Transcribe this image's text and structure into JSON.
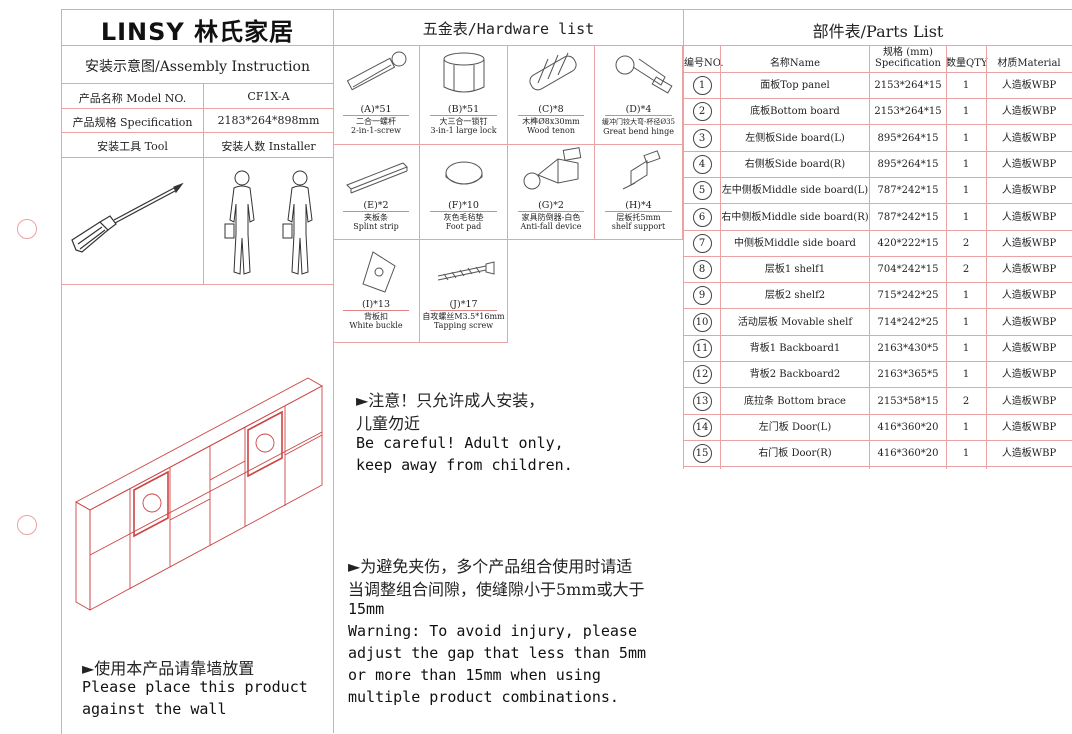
{
  "brand": {
    "name": "LINSY 林氏家居"
  },
  "assembly": {
    "title": "安装示意图/Assembly Instruction",
    "model_label": "产品名称 Model NO.",
    "model_value": "CF1X-A",
    "spec_label": "产品规格 Specification",
    "spec_value": "2183*264*898mm",
    "tool_label": "安装工具 Tool",
    "installer_label": "安装人数 Installer"
  },
  "hardware": {
    "title": "五金表/Hardware list",
    "items": [
      {
        "qty": "(A)*51",
        "cn": "二合一螺杆",
        "en": "2-in-1-screw"
      },
      {
        "qty": "(B)*51",
        "cn": "大三合一锁钉",
        "en": "3-in-1 large lock"
      },
      {
        "qty": "(C)*8",
        "cn": "木榫Ø8x30mm",
        "en": "Wood tenon"
      },
      {
        "qty": "(D)*4",
        "cn": "缓冲门铰大弯-杯径Ø35",
        "en": "Great bend hinge"
      },
      {
        "qty": "(E)*2",
        "cn": "夹板条",
        "en": "Splint strip"
      },
      {
        "qty": "(F)*10",
        "cn": "灰色毛毡垫",
        "en": "Foot pad"
      },
      {
        "qty": "(G)*2",
        "cn": "家具防倒器-白色",
        "en": "Anti-fall device"
      },
      {
        "qty": "(H)*4",
        "cn": "层板托5mm",
        "en": "shelf support"
      },
      {
        "qty": "(I)*13",
        "cn": "背板扣",
        "en": "White buckle"
      },
      {
        "qty": "(J)*17",
        "cn": "自攻螺丝M3.5*16mm",
        "en": "Tapping screw"
      }
    ]
  },
  "parts": {
    "title": "部件表/Parts List",
    "headers": [
      "编号NO.",
      "名称Name",
      "规格 (mm) Specification",
      "数量QTY",
      "材质Material"
    ],
    "rows": [
      {
        "no": "1",
        "name": "面板Top panel",
        "spec": "2153*264*15",
        "qty": "1",
        "mat": "人造板WBP"
      },
      {
        "no": "2",
        "name": "底板Bottom board",
        "spec": "2153*264*15",
        "qty": "1",
        "mat": "人造板WBP"
      },
      {
        "no": "3",
        "name": "左侧板Side board(L)",
        "spec": "895*264*15",
        "qty": "1",
        "mat": "人造板WBP"
      },
      {
        "no": "4",
        "name": "右侧板Side board(R)",
        "spec": "895*264*15",
        "qty": "1",
        "mat": "人造板WBP"
      },
      {
        "no": "5",
        "name": "左中侧板Middle side board(L)",
        "spec": "787*242*15",
        "qty": "1",
        "mat": "人造板WBP"
      },
      {
        "no": "6",
        "name": "右中侧板Middle side board(R)",
        "spec": "787*242*15",
        "qty": "1",
        "mat": "人造板WBP"
      },
      {
        "no": "7",
        "name": "中侧板Middle side board",
        "spec": "420*222*15",
        "qty": "2",
        "mat": "人造板WBP"
      },
      {
        "no": "8",
        "name": "层板1 shelf1",
        "spec": "704*242*15",
        "qty": "2",
        "mat": "人造板WBP"
      },
      {
        "no": "9",
        "name": "层板2 shelf2",
        "spec": "715*242*25",
        "qty": "1",
        "mat": "人造板WBP"
      },
      {
        "no": "10",
        "name": "活动层板 Movable shelf",
        "spec": "714*242*25",
        "qty": "1",
        "mat": "人造板WBP"
      },
      {
        "no": "11",
        "name": "背板1 Backboard1",
        "spec": "2163*430*5",
        "qty": "1",
        "mat": "人造板WBP"
      },
      {
        "no": "12",
        "name": "背板2 Backboard2",
        "spec": "2163*365*5",
        "qty": "1",
        "mat": "人造板WBP"
      },
      {
        "no": "13",
        "name": "底拉条 Bottom brace",
        "spec": "2153*58*15",
        "qty": "2",
        "mat": "人造板WBP"
      },
      {
        "no": "14",
        "name": "左门板 Door(L)",
        "spec": "416*360*20",
        "qty": "1",
        "mat": "人造板WBP"
      },
      {
        "no": "15",
        "name": "右门板 Door(R)",
        "spec": "416*360*20",
        "qty": "1",
        "mat": "人造板WBP"
      }
    ]
  },
  "notes": {
    "caution_cn_1": "►注意！只允许成人安装，",
    "caution_cn_2": "儿童勿近",
    "caution_en_1": "Be careful! Adult only,",
    "caution_en_2": "keep away from children.",
    "warning_cn_1": "►为避免夹伤，多个产品组合使用时请适",
    "warning_cn_2": "当调整组合间隙，使缝隙小于5mm或大于",
    "warning_cn_3": "15mm",
    "warning_en_1": "Warning: To avoid injury, please",
    "warning_en_2": "adjust the  gap that less than 5mm",
    "warning_en_3": "or more than 15mm when using",
    "warning_en_4": "multiple product combinations.",
    "wall_cn": "►使用本产品请靠墙放置",
    "wall_en_1": "Please place this product",
    "wall_en_2": "against the wall"
  }
}
